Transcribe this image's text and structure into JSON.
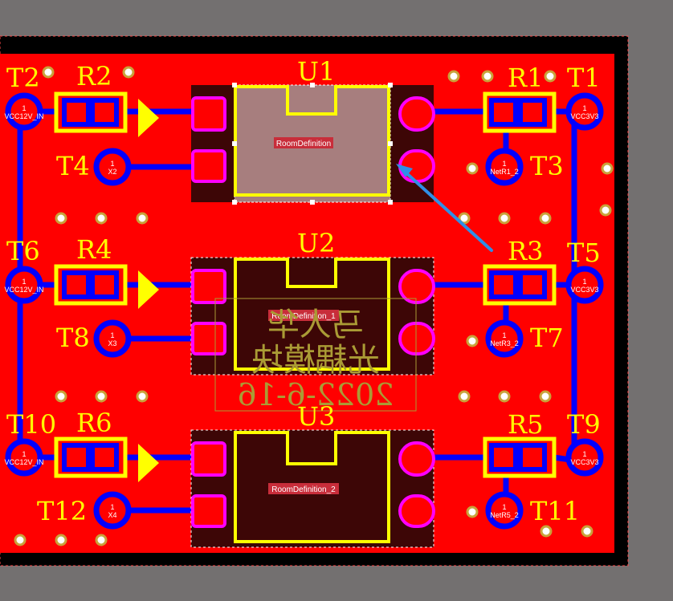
{
  "colors": {
    "background": "#737070",
    "board": "#ff0000",
    "outline": "#000000",
    "bottom_trace": "#0000ff",
    "top_overlay": "#ffff00",
    "pad_magenta": "#ff00ff",
    "via_ring": "#c9a23a",
    "room_fill": "#3d0606",
    "selection_highlight": "#a77e7e",
    "room_label_bg": "#c82d3a",
    "arrow": "#2f8fe6",
    "watermark": "#aa9b35"
  },
  "components": {
    "u1": "U1",
    "u2": "U2",
    "u3": "U3",
    "r1": "R1",
    "r2": "R2",
    "r3": "R3",
    "r4": "R4",
    "r5": "R5",
    "r6": "R6",
    "t1": "T1",
    "t2": "T2",
    "t3": "T3",
    "t4": "T4",
    "t5": "T5",
    "t6": "T6",
    "t7": "T7",
    "t8": "T8",
    "t9": "T9",
    "t10": "T10",
    "t11": "T11",
    "t12": "T12"
  },
  "rooms": {
    "room1": "RoomDefinition",
    "room2": "RoomDefinition_1",
    "room3": "RoomDefinition_2"
  },
  "pads": {
    "pin": "1",
    "vcc12": "VCC12V_IN",
    "vcc3": "VCC3V3",
    "x2": "X2",
    "x3": "X3",
    "x4": "X4",
    "netr1": "NetR1_2",
    "netr3": "NetR3_2",
    "netr5": "NetR5_2"
  },
  "watermark": {
    "line1": "马人华",
    "line2": "光耦模块",
    "line3": "2022-6-16"
  }
}
